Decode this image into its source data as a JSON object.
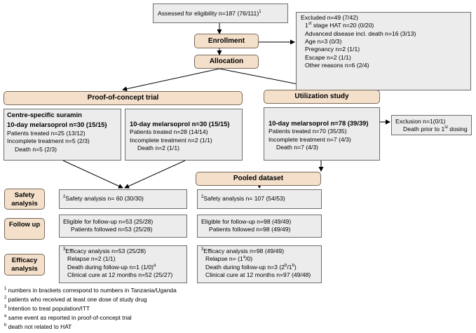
{
  "assessed": {
    "text": "Assessed for eligibility n=187 (76/111)",
    "sup": "1"
  },
  "enrollment": "Enrollment",
  "allocation": "Allocation",
  "excluded": {
    "title": "Excluded n=49 (7/42)",
    "items": [
      {
        "pre": "1",
        "sup": "st",
        "post": " stage HAT n=20 (0/20)"
      },
      {
        "pre": "Advanced disease incl. death n=16 (3/13)",
        "sup": "",
        "post": ""
      },
      {
        "pre": "Age n=3 (0/3)",
        "sup": "",
        "post": ""
      },
      {
        "pre": "Pregnancy n=2 (1/1)",
        "sup": "",
        "post": ""
      },
      {
        "pre": "Escape n=2 (1/1)",
        "sup": "",
        "post": ""
      },
      {
        "pre": "Other reasons n=6 (2/4)",
        "sup": "",
        "post": ""
      }
    ]
  },
  "poc_trial": "Proof-of-concept trial",
  "util_study": "Utilization study",
  "suramin": {
    "title1": "Centre-specific suramin",
    "title2": "10-day melarsoprol n=30 (15/15)",
    "treated": "Patients treated n=25 (13/12)",
    "incomplete": "Incomplete treatment n=5 (2/3)",
    "death": "Death n=5 (2/3)"
  },
  "melar_poc": {
    "title": "10-day melarsoprol n=30 (15/15)",
    "treated": "Patients treated n=28 (14/14)",
    "incomplete": "Incomplete treatment n=2 (1/1)",
    "death": "Death n=2 (1/1)"
  },
  "melar_util": {
    "title": "10-day melarsoprol n=78 (39/39)",
    "treated": "Patients treated n=70 (35/35)",
    "incomplete": "Incomplete treatment n=7 (4/3)",
    "death": "Death n=7 (4/3)"
  },
  "exclusion": {
    "title": "Exclusion n=1(0/1)",
    "pre": "Death prior to 1",
    "sup": "st",
    "post": " dosing"
  },
  "pooled": "Pooled dataset",
  "safety_label": "Safety analysis",
  "followup_label": "Follow up",
  "efficacy_label": "Efficacy analysis",
  "safety_left": {
    "sup": "2",
    "text": "Safety analysis n= 60 (30/30)"
  },
  "safety_right": {
    "sup": "2",
    "text": "Safety analysis n= 107 (54/53)"
  },
  "follow_left": {
    "eligible": "Eligible for follow-up n=53 (25/28)",
    "followed": "Patients followed n=53 (25/28)"
  },
  "follow_right": {
    "eligible": "Eligible for follow-up n=98 (49/49)",
    "followed": "Patients followed n=98 (49/49)"
  },
  "eff_left": {
    "sup": "3",
    "title": "Efficacy analysis n=53 (25/28)",
    "relapse": "Relapse n=2 (1/1)",
    "death_pre": "Death during follow-up n=1 (1/0)",
    "death_sup": "a",
    "cure": "Clinical cure at 12 months n=52 (25/27)"
  },
  "eff_right": {
    "sup": "3",
    "title": "Efficacy analysis n=98 (49/49)",
    "relapse_pre": "Relapse n= (1",
    "relapse_sup": "a",
    "relapse_post": "/0)",
    "death_pre": "Death during follow-up n=3 (2",
    "death_sup1": "b",
    "death_mid": "/1",
    "death_sup2": "b",
    "death_post": ")",
    "cure": "Clinical cure at 12 months n=97 (49/48)"
  },
  "footnotes": [
    {
      "sup": "1",
      "text": " numbers in brackets correspond to numbers in Tanzania/Uganda"
    },
    {
      "sup": "2",
      "text": " patients who received at least one dose of study drug"
    },
    {
      "sup": "3",
      "text": " Intention to treat population/ITT"
    },
    {
      "sup": "a",
      "text": " same event as reported in proof-of-concept trial"
    },
    {
      "sup": "b",
      "text": " death not related to HAT"
    }
  ]
}
